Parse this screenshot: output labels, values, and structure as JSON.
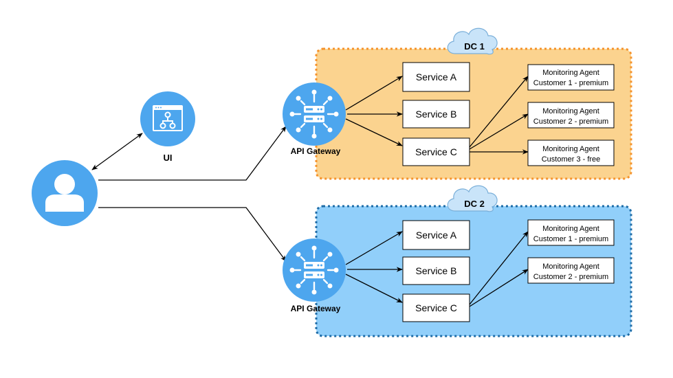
{
  "colors": {
    "dc1_fill": "#FBD38F",
    "dc1_border": "#F5922A",
    "dc2_fill": "#91CFFA",
    "dc2_border": "#1D6BA6",
    "icon_blue": "#4DA6EE",
    "cloud_fill": "#C9E4F9",
    "cloud_stroke": "#7AAFD9"
  },
  "user": {
    "icon": "user-icon"
  },
  "ui": {
    "label": "UI",
    "icon": "app-hierarchy-icon"
  },
  "datacenters": [
    {
      "label": "DC 1",
      "gateway_label": "API Gateway",
      "services": [
        "Service A",
        "Service B",
        "Service C"
      ],
      "agents": [
        {
          "line1": "Monitoring Agent",
          "line2": "Customer 1 - premium"
        },
        {
          "line1": "Monitoring Agent",
          "line2": "Customer 2 - premium"
        },
        {
          "line1": "Monitoring Agent",
          "line2": "Customer 3 - free"
        }
      ]
    },
    {
      "label": "DC 2",
      "gateway_label": "API Gateway",
      "services": [
        "Service A",
        "Service B",
        "Service C"
      ],
      "agents": [
        {
          "line1": "Monitoring Agent",
          "line2": "Customer 1 - premium"
        },
        {
          "line1": "Monitoring Agent",
          "line2": "Customer 2 - premium"
        }
      ]
    }
  ]
}
